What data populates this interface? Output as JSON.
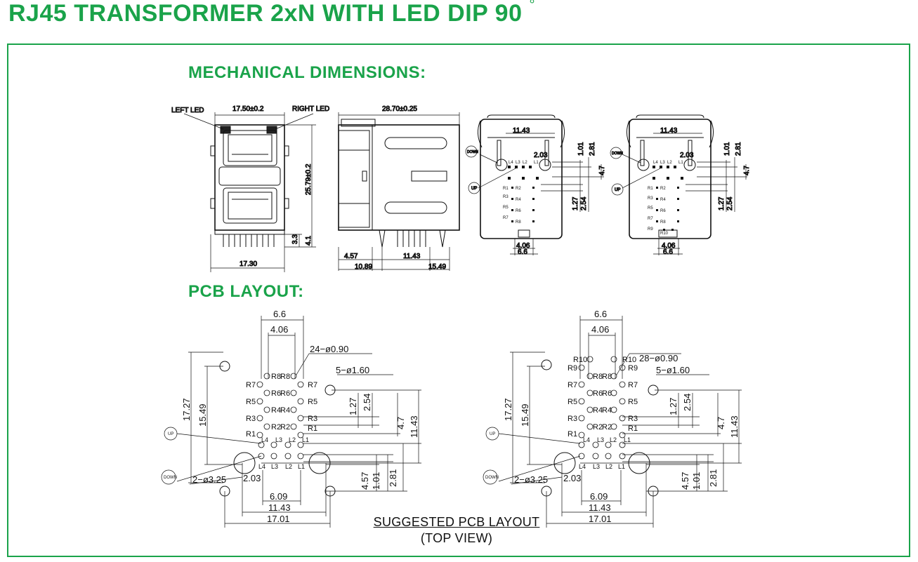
{
  "title": "RJ45 TRANSFORMER 2xN WITH LED DIP 90",
  "title_degree": "°",
  "brand_color": "#1aa34a",
  "mech_title": "MECHANICAL DIMENSIONS:",
  "pcb_title": "PCB LAYOUT:",
  "front": {
    "left_led": "LEFT LED",
    "right_led": "RIGHT LED",
    "width_top": "17.50±0.2",
    "height": "25.79±0.2",
    "d33": "3.3",
    "d41": "4.1",
    "width_bottom": "17.30"
  },
  "side": {
    "length": "28.70±0.25",
    "d457": "4.57",
    "d1143": "11.43",
    "d1089": "10.89",
    "d1549": "15.49"
  },
  "bottom": {
    "d1143": "11.43",
    "d203": "2.03",
    "d101": "1.01",
    "d281": "2.81",
    "d47": "4.7",
    "d127": "1.27",
    "d254": "2.54",
    "d406": "4.06",
    "d66": "6.6",
    "down": "DOWN",
    "up": "UP",
    "L4": "L4",
    "L3": "L3",
    "L2": "L2",
    "L1": "L1",
    "R1": "R1",
    "R2": "R2",
    "R3": "R3",
    "R4": "R4",
    "R5": "R5",
    "R6": "R6",
    "R7": "R7",
    "R8": "R8",
    "R9": "R9",
    "R10": "R10"
  },
  "pcb": {
    "d66": "6.6",
    "d406": "4.06",
    "holes_a": "24−ø0.90",
    "holes_b": "28−ø0.90",
    "mount": "5−ø1.60",
    "d1727": "17.27",
    "d1549": "15.49",
    "d127": "1.27",
    "d254": "2.54",
    "d47": "4.7",
    "d1143": "11.43",
    "up": "UP",
    "down": "DOWN",
    "big": "2−ø3.25",
    "d203": "2.03",
    "d457": "4.57",
    "d101": "1.01",
    "d281": "2.81",
    "d609": "6.09",
    "d1701": "17.01",
    "R1": "R1",
    "R2": "R2",
    "R3": "R3",
    "R4": "R4",
    "R5": "R5",
    "R6": "R6",
    "R7": "R7",
    "R8": "R8",
    "R9": "R9",
    "R10": "R10",
    "L1": "L1",
    "L2": "L2",
    "L3": "L3",
    "L4": "L4"
  },
  "caption": "SUGGESTED PCB LAYOUT",
  "caption_sub": "(TOP VIEW)"
}
